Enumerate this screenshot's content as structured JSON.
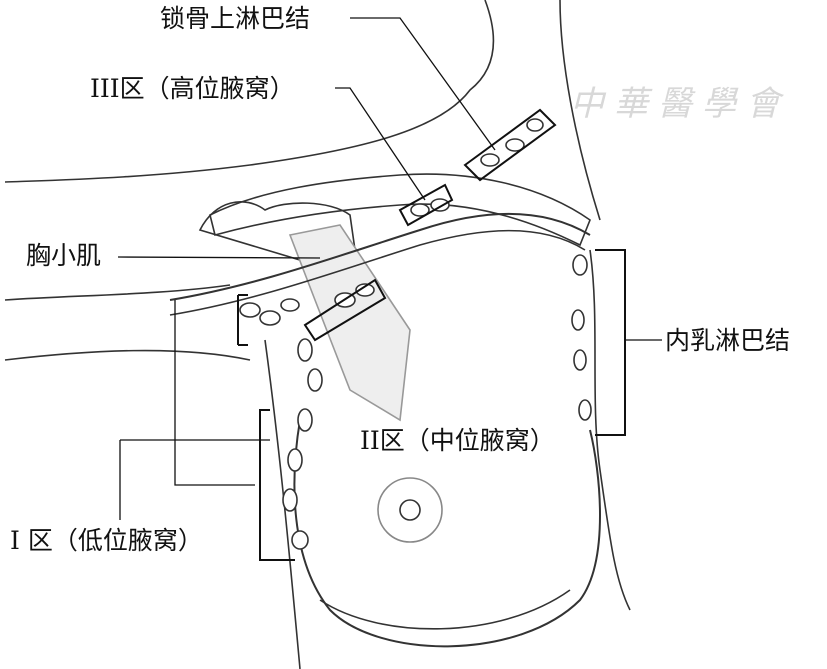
{
  "labels": {
    "supraclavicular": "锁骨上淋巴结",
    "level3": "III区（高位腋窝）",
    "pectoralis_minor": "胸小肌",
    "internal_mammary": "内乳淋巴结",
    "level2": "II区（中位腋窝）",
    "level1": "I 区（低位腋窝）"
  },
  "watermark": "中華醫學會",
  "colors": {
    "line": "#222222",
    "watermark": "#d8d8d8"
  }
}
